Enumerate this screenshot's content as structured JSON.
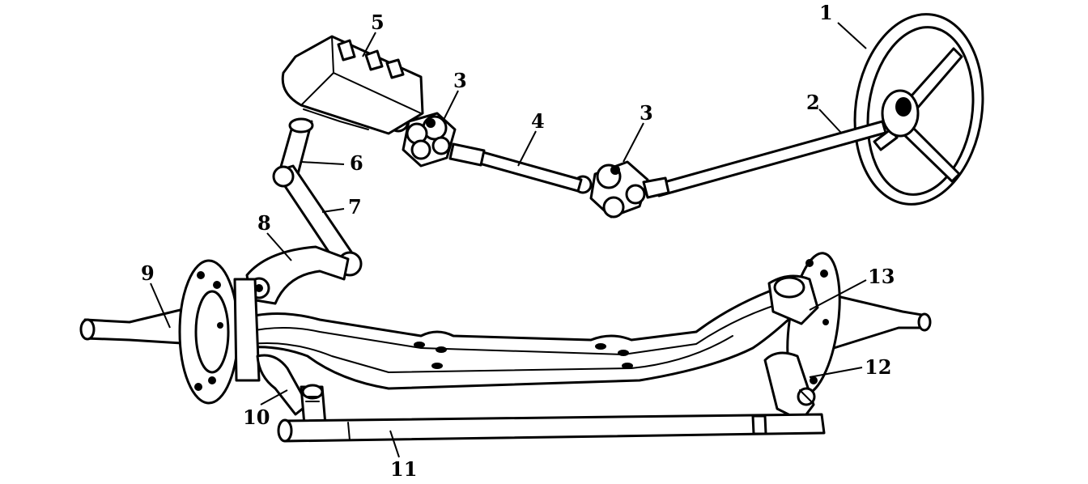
{
  "labels": [
    {
      "id": "1",
      "text": "1"
    },
    {
      "id": "2",
      "text": "2"
    },
    {
      "id": "3a",
      "text": "3"
    },
    {
      "id": "3b",
      "text": "3"
    },
    {
      "id": "4",
      "text": "4"
    },
    {
      "id": "5",
      "text": "5"
    },
    {
      "id": "6",
      "text": "6"
    },
    {
      "id": "7",
      "text": "7"
    },
    {
      "id": "8",
      "text": "8"
    },
    {
      "id": "9",
      "text": "9"
    },
    {
      "id": "10",
      "text": "10"
    },
    {
      "id": "11",
      "text": "11"
    },
    {
      "id": "12",
      "text": "12"
    },
    {
      "id": "13",
      "text": "13"
    }
  ],
  "colors": {
    "line": "#000000",
    "background": "#ffffff"
  }
}
